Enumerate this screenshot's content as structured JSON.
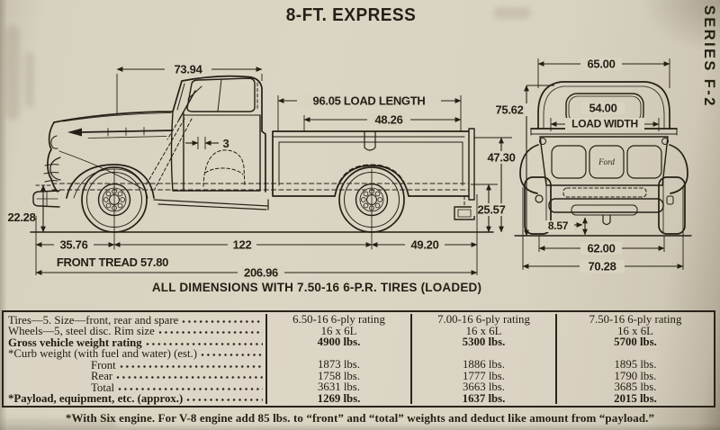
{
  "page": {
    "title": "8-FT. EXPRESS",
    "series_label": "SERIES F-2",
    "dimensions_note": "ALL DIMENSIONS WITH 7.50-16 6-P.R. TIRES (LOADED)",
    "footnote": "*With Six engine. For V-8 engine add 85 lbs. to “front” and “total” weights and deduct like amount from “payload.”"
  },
  "diagram": {
    "side_view": {
      "cab_length": "73.94",
      "load_length": "96.05 LOAD LENGTH",
      "rear_inner_span": "48.26",
      "bed_side_height": "47.30",
      "bed_floor_height": "25.57",
      "frame_height": "22.28",
      "bumper_to_axle": "35.76",
      "wheelbase": "122",
      "rear_overhang": "49.20",
      "front_tread": "FRONT TREAD 57.80",
      "overall_length": "206.96",
      "door_gap": "3"
    },
    "rear_view": {
      "cab_width": "65.00",
      "overall_height": "75.62",
      "load_width_value": "54.00",
      "load_width_label": "LOAD WIDTH",
      "hitch_height": "8.57",
      "rear_tread": "62.00",
      "overall_width": "70.28",
      "badge": "Ford"
    }
  },
  "table": {
    "rows": [
      {
        "label": "Tires—5. Size—front, rear and spare",
        "values": [
          "6.50-16 6-ply rating",
          "7.00-16 6-ply rating",
          "7.50-16 6-ply rating"
        ],
        "bold": false,
        "indent": false
      },
      {
        "label": "Wheels—5, steel disc. Rim size",
        "values": [
          "16 x 6L",
          "16 x 6L",
          "16 x 6L"
        ],
        "bold": false,
        "indent": false
      },
      {
        "label": "Gross vehicle weight rating",
        "values": [
          "4900 lbs.",
          "5300 lbs.",
          "5700 lbs."
        ],
        "bold": true,
        "indent": false
      },
      {
        "label": "*Curb weight (with fuel and water) (est.)",
        "values": [
          "",
          "",
          ""
        ],
        "bold": false,
        "indent": false
      },
      {
        "label": "Front",
        "values": [
          "1873 lbs.",
          "1886 lbs.",
          "1895 lbs."
        ],
        "bold": false,
        "indent": true
      },
      {
        "label": "Rear",
        "values": [
          "1758 lbs.",
          "1777 lbs.",
          "1790 lbs."
        ],
        "bold": false,
        "indent": true
      },
      {
        "label": "Total",
        "values": [
          "3631 lbs.",
          "3663 lbs.",
          "3685 lbs."
        ],
        "bold": false,
        "indent": true
      },
      {
        "label": "*Payload, equipment, etc. (approx.)",
        "values": [
          "1269 lbs.",
          "1637 lbs.",
          "2015 lbs."
        ],
        "bold": true,
        "indent": false
      }
    ]
  }
}
